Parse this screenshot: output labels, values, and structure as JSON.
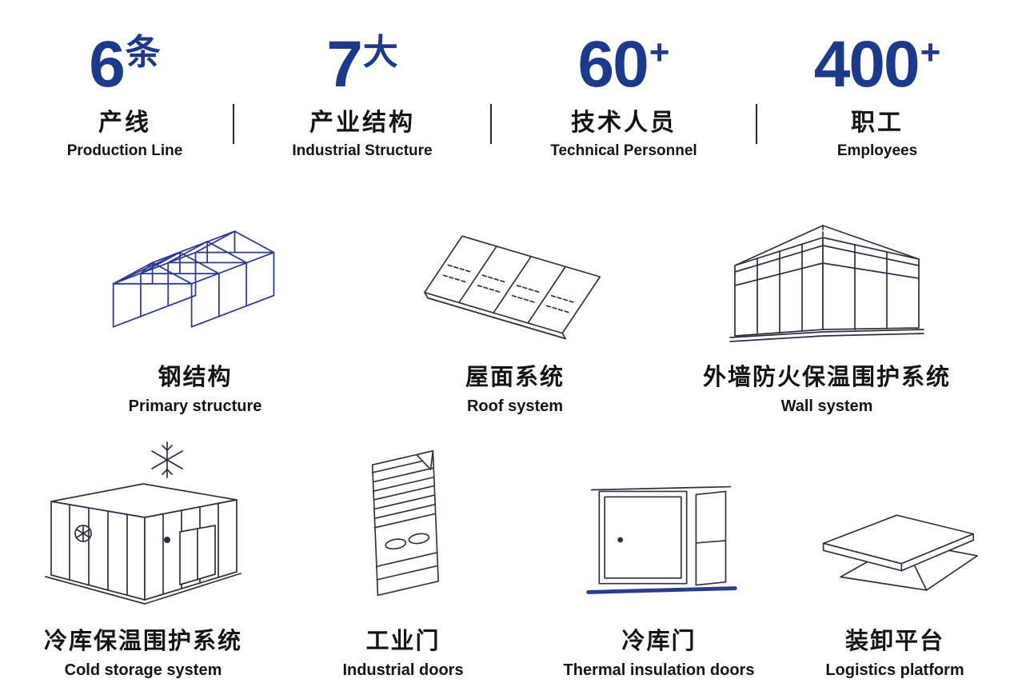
{
  "stats": [
    {
      "number": "6",
      "suffix": "条",
      "zh": "产线",
      "en": "Production Line"
    },
    {
      "number": "7",
      "suffix": "大",
      "zh": "产业结构",
      "en": "Industrial Structure"
    },
    {
      "number": "60",
      "suffix": "+",
      "zh": "技术人员",
      "en": "Technical Personnel"
    },
    {
      "number": "400",
      "suffix": "+",
      "zh": "职工",
      "en": "Employees"
    }
  ],
  "products": [
    {
      "zh": "钢结构",
      "en": "Primary structure",
      "icon": "steel-structure-icon"
    },
    {
      "zh": "屋面系统",
      "en": "Roof system",
      "icon": "roof-system-icon"
    },
    {
      "zh": "外墙防火保温围护系统",
      "en": "Wall system",
      "icon": "wall-system-icon"
    },
    {
      "zh": "冷库保温围护系统",
      "en": "Cold storage system",
      "icon": "cold-storage-icon"
    },
    {
      "zh": "工业门",
      "en": "Industrial doors",
      "icon": "industrial-door-icon"
    },
    {
      "zh": "冷库门",
      "en": "Thermal insulation doors",
      "icon": "thermal-door-icon"
    },
    {
      "zh": "装卸平台",
      "en": "Logistics platform",
      "icon": "loading-platform-icon"
    }
  ],
  "colors": {
    "accent": "#1b3a8c",
    "ink": "#141414",
    "line_dark": "#2a3140",
    "line_blue": "#2c3b90"
  }
}
